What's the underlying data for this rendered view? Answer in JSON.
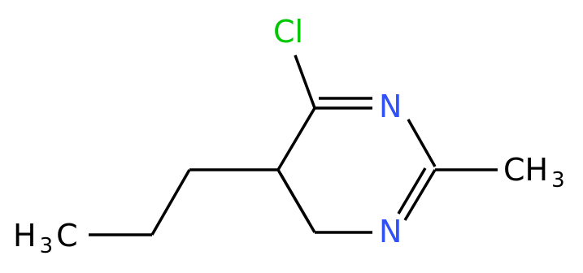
{
  "molecule": {
    "atoms": {
      "cl": "Cl",
      "n_top": "N",
      "n_bottom": "N",
      "ch3_right": {
        "main": "CH",
        "sub": "3"
      },
      "h3c_left": {
        "main": "H",
        "sub": "3",
        "tail": "C"
      }
    },
    "colors": {
      "chlorine": "#00c800",
      "nitrogen": "#3050f8",
      "carbon": "#000000",
      "bond": "#000000"
    }
  }
}
